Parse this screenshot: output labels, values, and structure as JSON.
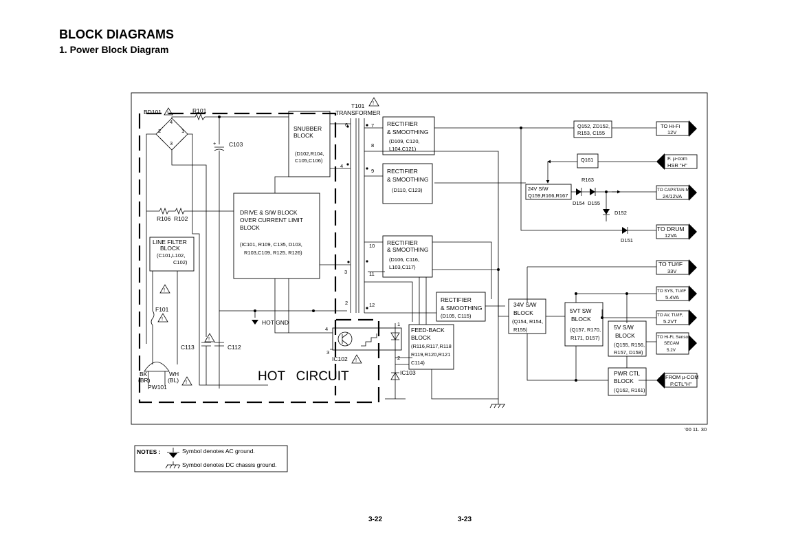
{
  "header": {
    "title": "BLOCK DIAGRAMS",
    "subtitle": "1. Power Block Diagram"
  },
  "footer": {
    "page_left": "3-22",
    "page_right": "3-23",
    "date": "'00 11. 30"
  },
  "diagram": {
    "hot_circuit": "HOT   CIRCUIT",
    "hot_gnd": "HOT GND",
    "left": {
      "bd101": "BD101",
      "r101": "R101",
      "c103": "C103",
      "r106_r102": "R106  R102",
      "line_filter": [
        "LINE FILTER",
        "BLOCK",
        "(C101,L102,",
        "C102)"
      ],
      "f101": "F101",
      "c113": "C113",
      "c112": "C112",
      "bk": "BK",
      "br": "(BR)",
      "wh": "WH",
      "bl": "(BL)",
      "pw101": "PW101",
      "bridge_pins": [
        "4",
        "2",
        "1",
        "3"
      ]
    },
    "snubber": [
      "SNUBBER",
      "BLOCK",
      "(D102,R104,",
      "C105,C106)"
    ],
    "drive": [
      "DRIVE & S/W BLOCK",
      "OVER CURRENT LIMIT",
      "BLOCK",
      "(IC101, R109, C135, D103,",
      "R103,C109, R125, R126)"
    ],
    "transformer": {
      "label": [
        "T101",
        "TRANSFORMER"
      ],
      "pins": [
        "6",
        "4",
        "3",
        "2",
        "7",
        "8",
        "9",
        "10",
        "11",
        "12"
      ]
    },
    "ic102": {
      "label": "IC102",
      "pins": [
        "4",
        "3",
        "1",
        "2"
      ]
    },
    "ic103": "IC103",
    "rect1": [
      "RECTIFIER",
      "& SMOOTHING",
      "(D109, C120,",
      "L104,C121)"
    ],
    "rect2": [
      "RECTIFIER",
      "& SMOOTHING",
      "(D110, C123)"
    ],
    "rect3": [
      "RECTIFIER",
      "& SMOOTHING",
      "(D106, C116,",
      "L103,C117)"
    ],
    "rect4": [
      "RECTIFIER",
      "& SMOOTHING",
      "(D105, C115)"
    ],
    "feedback": [
      "FEED-BACK",
      "BLOCK",
      "(R116,R117,R118",
      "R119,R120,R121",
      "C114)"
    ],
    "sw24": [
      "24V S/W",
      "Q159,R166,R167"
    ],
    "q152": [
      "Q152, ZD152,",
      "R153, C155"
    ],
    "q161": "Q161",
    "r163": "R163",
    "d154_d155": "D154  D155",
    "d152": "D152",
    "d151": "D151",
    "sw34": [
      "34V S/W",
      "BLOCK",
      "(Q154, R154,",
      "R155)"
    ],
    "sw5vt": [
      "5VT SW",
      "BLOCK",
      "(Q157, R170,",
      "R171, D157)"
    ],
    "sw5v": [
      "5V S/W",
      "BLOCK",
      "(Q155, R156,",
      "R157, D158)"
    ],
    "pwrctl": [
      "PWR CTL",
      "BLOCK",
      "(Q162, R161)"
    ],
    "outputs": {
      "to_hifi": [
        "TO Hi-Fi",
        "12V"
      ],
      "f_ucom": [
        "F. µ-com",
        "HSR \"H\""
      ],
      "to_capstan": [
        "TO CAPSTAN M",
        "24/12VA"
      ],
      "to_drum": [
        "TO DRUM",
        "12VA"
      ],
      "to_tuif": [
        "TO TU/IF",
        "33V"
      ],
      "to_sys": [
        "TO SYS, TU/IF",
        "5.4VA"
      ],
      "to_av": [
        "TO AV, TU/IF,",
        "5.2VT"
      ],
      "to_hifi_sensor": [
        "TO Hi-Fi, Sensor",
        "SECAM",
        "5.2V"
      ],
      "from_ucom": [
        "FROM µ-COM",
        "P.CTL\"H\""
      ]
    }
  },
  "notes": {
    "label": "NOTES :",
    "ac": "Symbol denotes AC ground.",
    "dc": "Symbol denotes DC chassis ground."
  }
}
